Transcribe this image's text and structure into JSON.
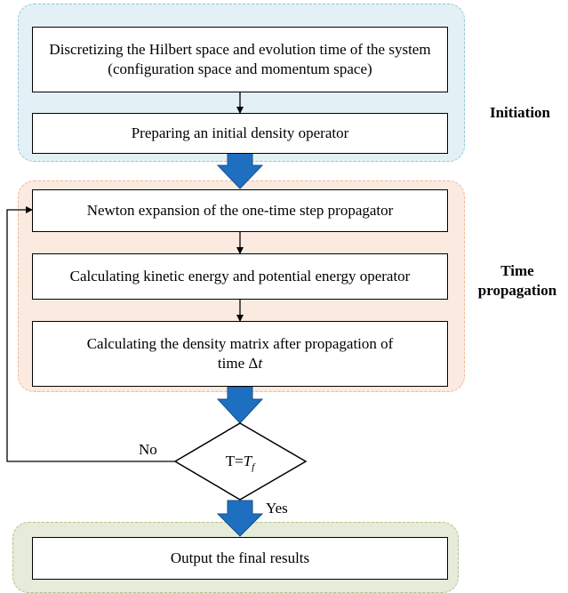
{
  "colors": {
    "initiation_fill": "#e3f1f6",
    "initiation_border": "#8fc6da",
    "propagation_fill": "#fbeadf",
    "propagation_border": "#f0b794",
    "output_fill": "#e6ecd9",
    "output_border": "#aec28a",
    "block_arrow": "#1f6fc1",
    "block_arrow_edge": "#174f8c"
  },
  "groups": {
    "initiation_label": "Initiation",
    "propagation_label_line1": "Time",
    "propagation_label_line2": "propagation"
  },
  "boxes": {
    "discretize": "Discretizing the Hilbert space and evolution time of the system (configuration space and momentum space)",
    "initial_density": "Preparing an initial density operator",
    "newton": "Newton expansion of the one-time step propagator",
    "kinetic": "Calculating kinetic energy and potential energy operator",
    "density_line1": "Calculating the density matrix after propagation of",
    "density_line2_prefix": "time  Δ",
    "density_line2_var": "t",
    "output": "Output the final results"
  },
  "decision": {
    "prefix": "T=",
    "var": "T",
    "sub": "f"
  },
  "edges": {
    "no_label": "No",
    "yes_label": "Yes"
  }
}
